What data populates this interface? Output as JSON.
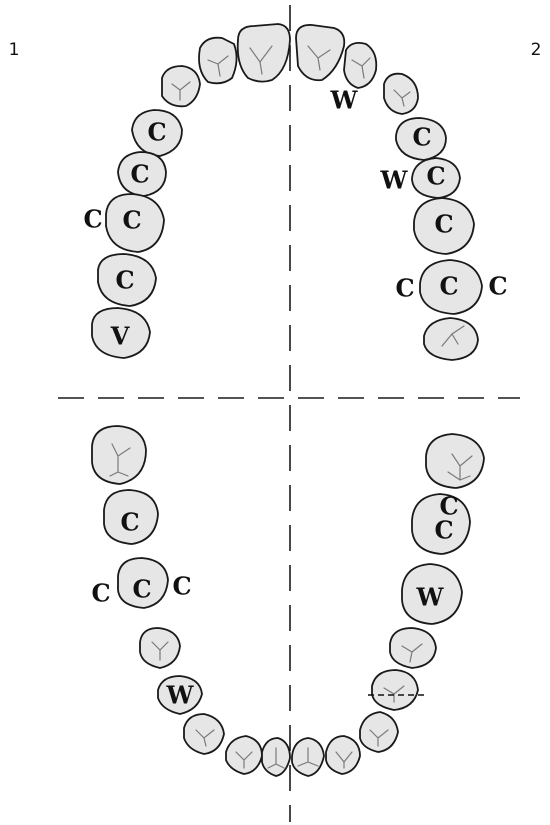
{
  "quadrant_labels": {
    "left": "1",
    "right": "2"
  },
  "markers": {
    "c": "C",
    "w": "W",
    "v": "V"
  }
}
